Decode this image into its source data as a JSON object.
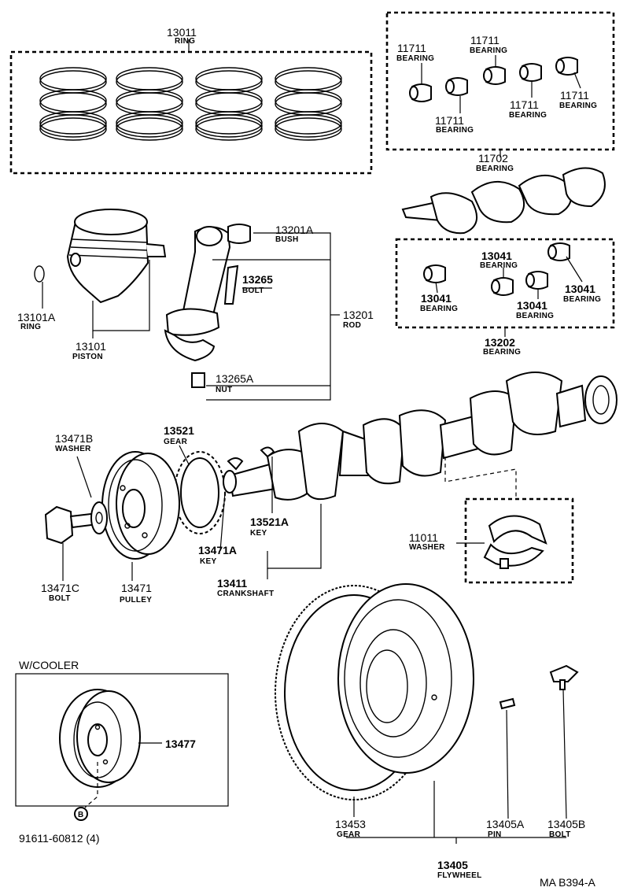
{
  "diagram_code": "MA B394-A",
  "section_label": "W/COOLER",
  "parts": {
    "ring_set": {
      "number": "13011",
      "name": "RING"
    },
    "main_bearing_top_left": {
      "number": "11711",
      "name": "BEARING"
    },
    "main_bearing_top_mid": {
      "number": "11711",
      "name": "BEARING"
    },
    "main_bearing_bottom_mid": {
      "number": "11711",
      "name": "BEARING"
    },
    "main_bearing_bottom_right": {
      "number": "11711",
      "name": "BEARING"
    },
    "main_bearing_right": {
      "number": "11711",
      "name": "BEARING"
    },
    "main_bearing_set": {
      "number": "11702",
      "name": "BEARING"
    },
    "piston_ring": {
      "number": "13101A",
      "name": "RING"
    },
    "piston": {
      "number": "13101",
      "name": "PISTON"
    },
    "bush": {
      "number": "13201A",
      "name": "BUSH"
    },
    "bolt_rod": {
      "number": "13265",
      "name": "BOLT"
    },
    "rod": {
      "number": "13201",
      "name": "ROD"
    },
    "nut": {
      "number": "13265A",
      "name": "NUT"
    },
    "rod_bearing_top": {
      "number": "13041",
      "name": "BEARING"
    },
    "rod_bearing_right": {
      "number": "13041",
      "name": "BEARING"
    },
    "rod_bearing_left": {
      "number": "13041",
      "name": "BEARING"
    },
    "rod_bearing_bottom": {
      "number": "13041",
      "name": "BEARING"
    },
    "rod_bearing_set": {
      "number": "13202",
      "name": "BEARING"
    },
    "washer_pulley": {
      "number": "13471B",
      "name": "WASHER"
    },
    "gear": {
      "number": "13521",
      "name": "GEAR"
    },
    "key_gear": {
      "number": "13521A",
      "name": "KEY"
    },
    "key_pulley": {
      "number": "13471A",
      "name": "KEY"
    },
    "thrust_washer": {
      "number": "11011",
      "name": "WASHER"
    },
    "bolt_pulley": {
      "number": "13471C",
      "name": "BOLT"
    },
    "pulley": {
      "number": "13471",
      "name": "PULLEY"
    },
    "crankshaft": {
      "number": "13411",
      "name": "CRANKSHAFT"
    },
    "cooler_pulley": {
      "number": "13477",
      "name": ""
    },
    "cooler_bolt": {
      "number": "91611-60812 (4)",
      "name": "",
      "marker": "B"
    },
    "ring_gear": {
      "number": "13453",
      "name": "GEAR"
    },
    "pin": {
      "number": "13405A",
      "name": "PIN"
    },
    "bolt_flywheel": {
      "number": "13405B",
      "name": "BOLT"
    },
    "flywheel": {
      "number": "13405",
      "name": "FLYWHEEL"
    }
  }
}
